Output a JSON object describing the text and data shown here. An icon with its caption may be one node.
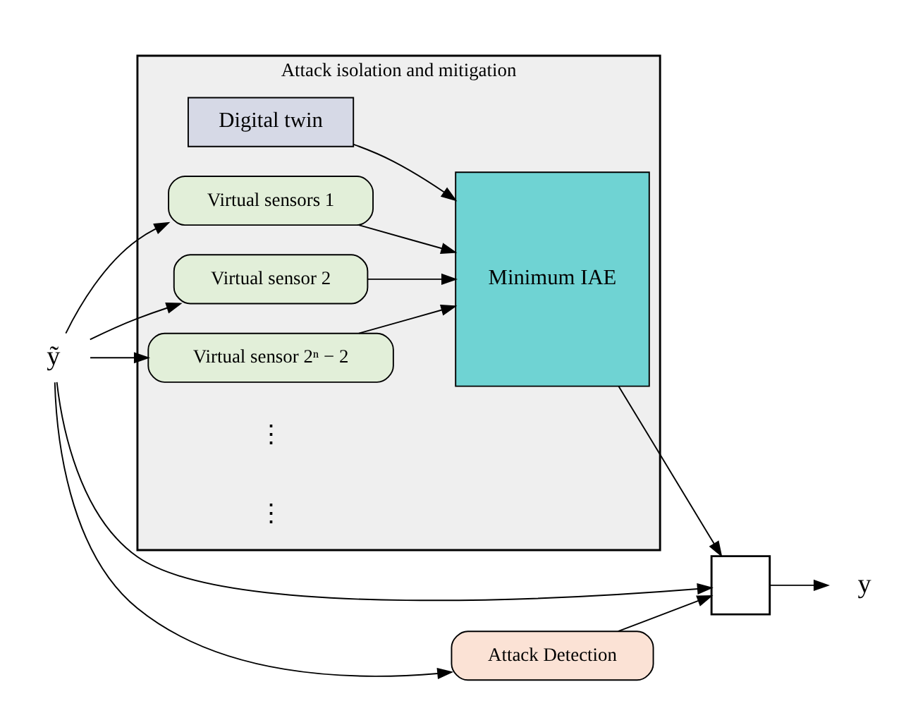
{
  "diagram": {
    "nodes": [
      {
        "text": [
          "Attack isolation and mitigation"
        ]
      },
      {
        "text": [
          "Digital twin"
        ],
        "in": 0
      },
      {
        "text": [
          "Virtual sensors 1"
        ],
        "in": 0
      },
      {
        "text": [
          "Virtual sensor 2"
        ],
        "in": 0
      },
      {
        "text": [
          "Virtual sensor 2ⁿ − 2"
        ],
        "in": 0
      },
      {
        "text": [
          "Minimum IAE"
        ],
        "in": 0
      },
      {
        "text": [
          "ỹ"
        ]
      },
      {
        "text": [],
        "shape": "box"
      },
      {
        "text": [
          "Attack Detection"
        ]
      },
      {
        "text": [
          "y"
        ]
      }
    ],
    "edges": [
      {
        "from": 6,
        "to": 2,
        "arrow": "to"
      },
      {
        "from": 6,
        "to": 3,
        "arrow": "to"
      },
      {
        "from": 6,
        "to": 4,
        "arrow": "to"
      },
      {
        "from": 1,
        "to": 5,
        "arrow": "to"
      },
      {
        "from": 2,
        "to": 5,
        "arrow": "to"
      },
      {
        "from": 3,
        "to": 5,
        "arrow": "to"
      },
      {
        "from": 4,
        "to": 5,
        "arrow": "to"
      },
      {
        "from": 5,
        "to": 7,
        "arrow": "to"
      },
      {
        "from": 6,
        "to": 7,
        "arrow": "to"
      },
      {
        "from": 6,
        "to": 8,
        "arrow": "to"
      },
      {
        "from": 8,
        "to": 7,
        "arrow": "to"
      },
      {
        "from": 7,
        "to": 9,
        "arrow": "to"
      }
    ],
    "labels": [
      "⋮",
      "⋮"
    ]
  }
}
